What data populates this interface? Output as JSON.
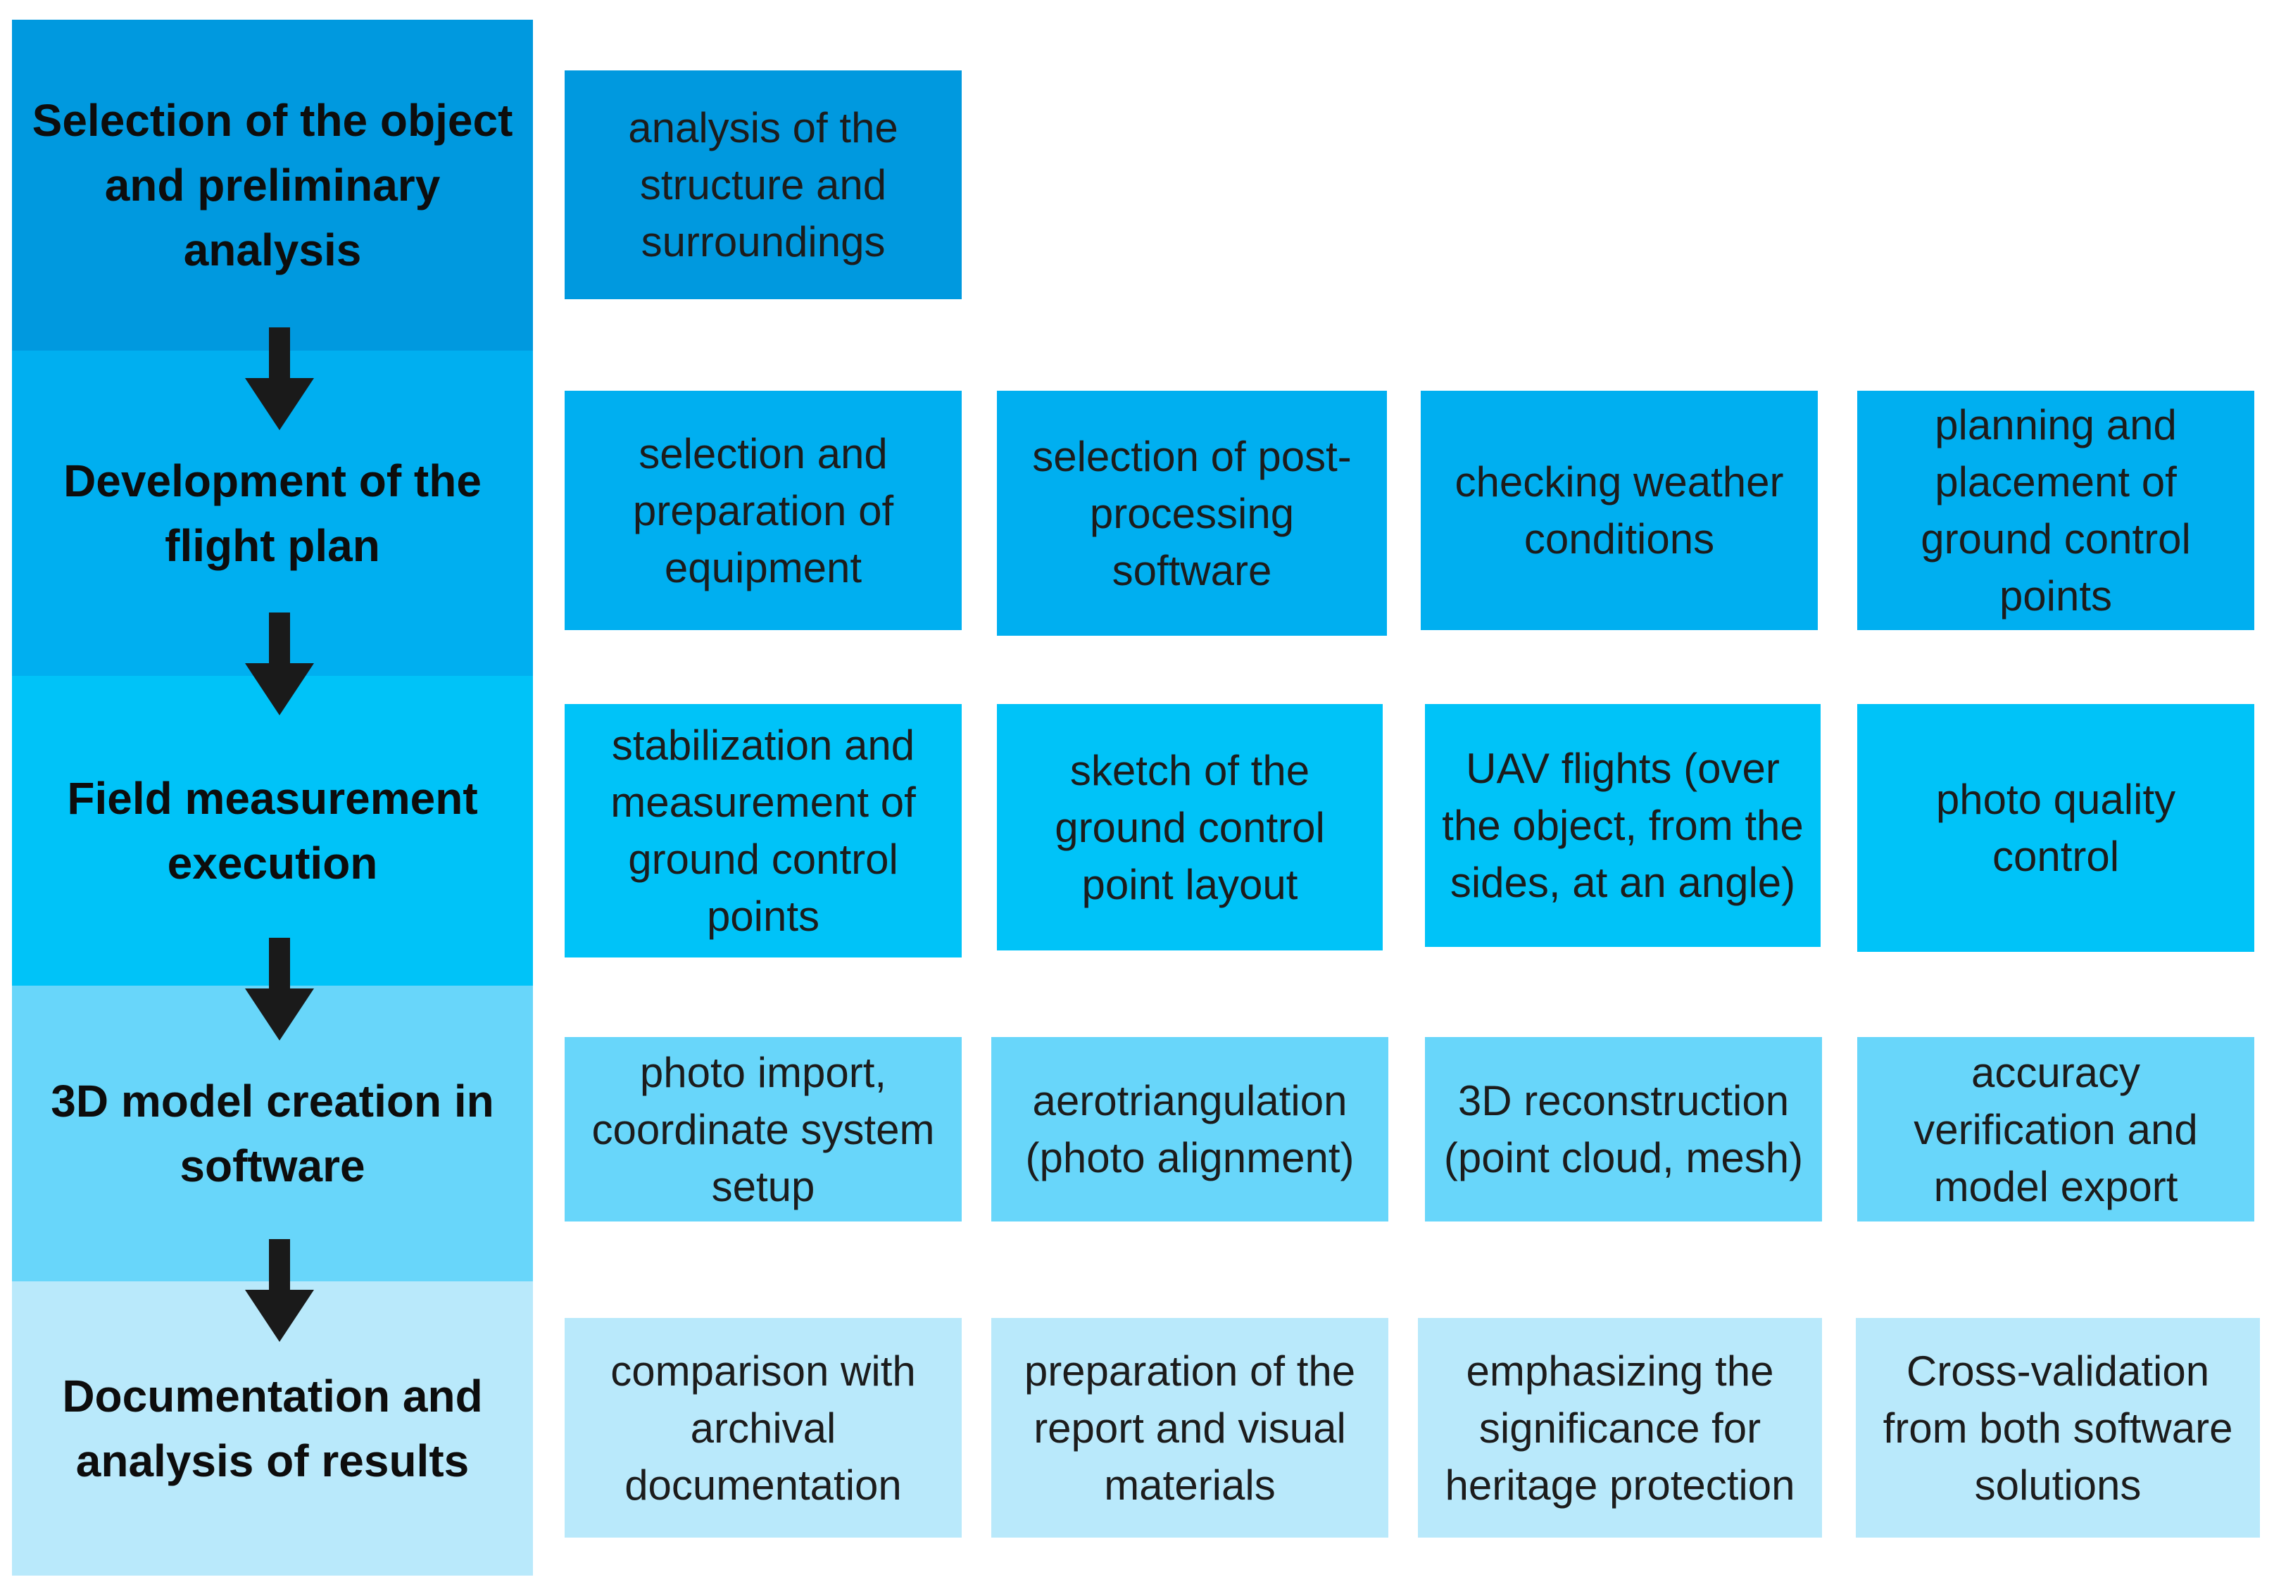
{
  "stages": [
    {
      "label": "Selection of the object and preliminary analysis",
      "color": "#0099df"
    },
    {
      "label": "Development of the flight plan",
      "color": "#00aff0"
    },
    {
      "label": "Field measurement execution",
      "color": "#00c3f8"
    },
    {
      "label": "3D model creation in software",
      "color": "#68d6fa"
    },
    {
      "label": "Documentation and analysis of results",
      "color": "#b9e9fb"
    }
  ],
  "tasks": {
    "row1": [
      "analysis of the structure and surroundings"
    ],
    "row2": [
      "selection and preparation of equipment",
      "selection of post-processing software",
      "checking weather conditions",
      "planning and placement of ground control points"
    ],
    "row3": [
      "stabilization and measurement of ground control points",
      "sketch of the ground control point layout",
      "UAV flights (over the object, from the sides, at an angle)",
      "photo quality control"
    ],
    "row4": [
      "photo import, coordinate system setup",
      "aerotriangulation (photo alignment)",
      "3D reconstruction (point cloud, mesh)",
      "accuracy verification and model export"
    ],
    "row5": [
      "comparison with archival documentation",
      "preparation of the report and visual materials",
      "emphasizing the significance for heritage protection",
      "Cross-validation from both software solutions"
    ]
  },
  "icons": {
    "arrow": "down-arrow-icon"
  }
}
